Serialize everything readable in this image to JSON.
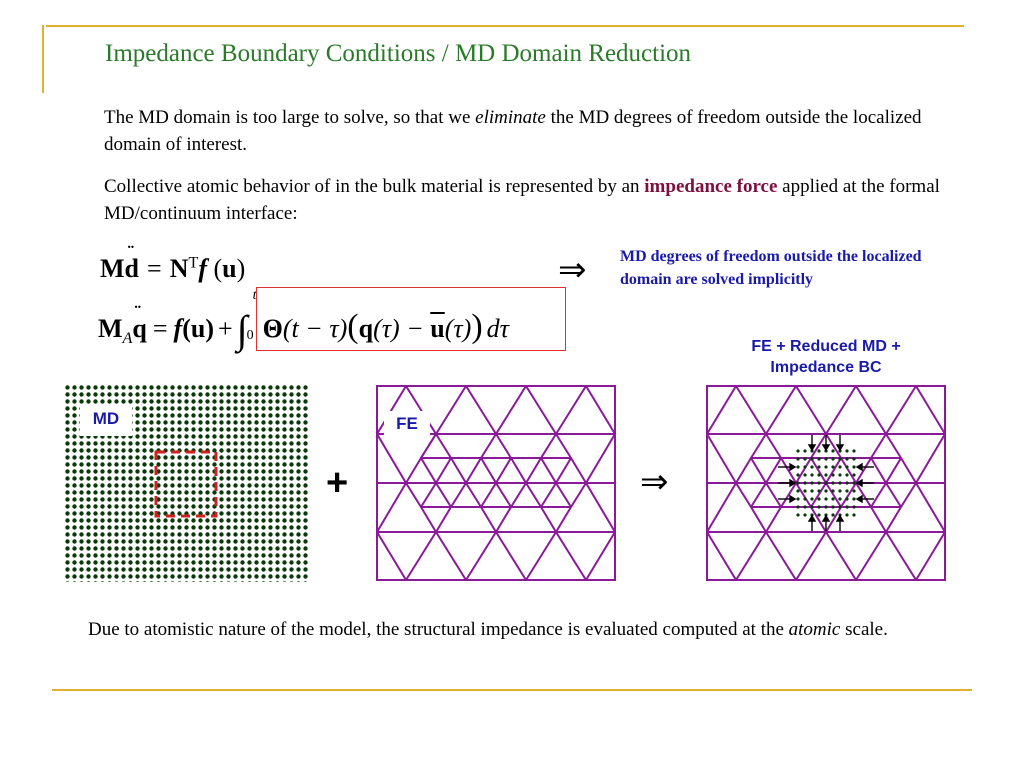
{
  "slide": {
    "title": "Impedance Boundary Conditions / MD Domain Reduction",
    "p1_before": "The MD domain is too large to solve, so that we ",
    "p1_em": "eliminate",
    "p1_after": " the MD degrees of freedom outside the localized domain of interest.",
    "p2_before": "Collective atomic behavior of in the bulk material is represented by an ",
    "p2_highlight": "impedance force",
    "p2_after": " applied at the formal MD/continuum interface:",
    "implies_symbol": "⇒",
    "note": "MD degrees of freedom outside the localized domain are solved implicitly",
    "eq1": {
      "lhs_M": "M",
      "lhs_d": "d",
      "eq_sign": "=",
      "N": "N",
      "sup_T": "T",
      "f": "f",
      "paren_open": "(",
      "u": "u",
      "paren_close": ")"
    },
    "eq2": {
      "M": "M",
      "sub_A": "A",
      "q": "q",
      "eq_sign": "=",
      "f": "f",
      "u_term": "(u)",
      "plus": "+",
      "integral": "∫",
      "upper": "t",
      "lower": "0",
      "theta": "Θ",
      "arg": "(t − τ)",
      "big_open": "(",
      "q2": "q",
      "tau1": "(τ) − ",
      "ubar": "u",
      "tau2": "(τ)",
      "big_close": ")",
      "dtau": "dτ"
    },
    "fe_reduced_label_line1": "FE + Reduced MD +",
    "fe_reduced_label_line2": "Impedance BC",
    "md_label": "MD",
    "fe_label": "FE",
    "plus_symbol": "+",
    "p3_before": "Due to atomistic nature of the model, the structural impedance is evaluated  computed at the ",
    "p3_em": "atomic",
    "p3_after": " scale."
  },
  "colors": {
    "title": "#2a7a2a",
    "accent_rule": "#e0b030",
    "highlight": "#7b1040",
    "note_blue": "#1a1aa8",
    "mesh_purple": "#8a1a9a",
    "atom_green": "#0a3a0a",
    "region_red": "#d02020"
  }
}
